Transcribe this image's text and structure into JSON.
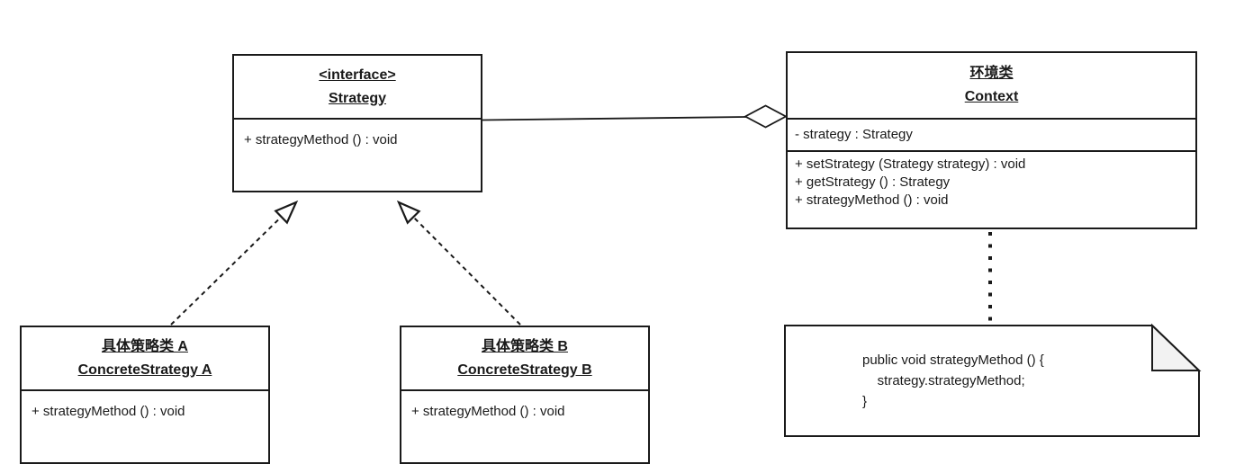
{
  "diagram_title": "Strategy pattern UML class diagram",
  "colors": {
    "ink": "#1a1a1a",
    "background": "#ffffff",
    "note_fold_fill": "#f2f2f2"
  },
  "classes": {
    "strategy_interface": {
      "stereotype": "<interface>",
      "name": "Strategy",
      "method": "+ strategyMethod () : void"
    },
    "context": {
      "name_cn": "环境类",
      "name": "Context",
      "attribute": "- strategy : Strategy",
      "methods": [
        "+ setStrategy (Strategy strategy) : void",
        "+ getStrategy () : Strategy",
        "+ strategyMethod () : void"
      ]
    },
    "concrete_strategy_a": {
      "name_cn": "具体策略类 A",
      "name": "ConcreteStrategy A",
      "method": "+ strategyMethod () : void"
    },
    "concrete_strategy_b": {
      "name_cn": "具体策略类 B",
      "name": "ConcreteStrategy B",
      "method": "+ strategyMethod () : void"
    }
  },
  "note": {
    "lines": [
      "public void strategyMethod () {",
      "    strategy.strategyMethod;",
      "}"
    ]
  },
  "relationships": [
    {
      "type": "aggregation",
      "from": "Context",
      "to": "Strategy"
    },
    {
      "type": "realization",
      "from": "ConcreteStrategy A",
      "to": "Strategy"
    },
    {
      "type": "realization",
      "from": "ConcreteStrategy B",
      "to": "Strategy"
    },
    {
      "type": "note-anchor",
      "from": "Context",
      "to": "code-note"
    }
  ]
}
